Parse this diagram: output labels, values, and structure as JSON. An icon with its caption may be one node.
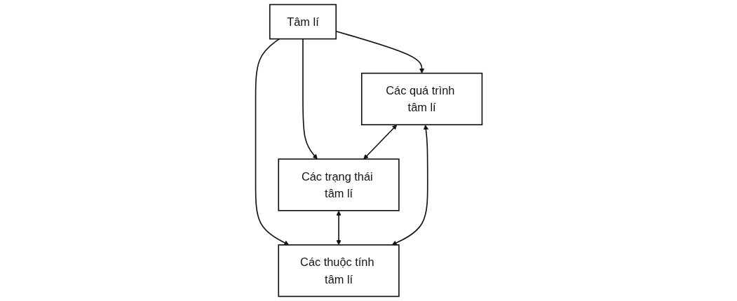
{
  "diagram": {
    "nodes": [
      {
        "text": [
          "Tâm lí"
        ]
      },
      {
        "text": [
          "Các quá trình tâm lí"
        ]
      },
      {
        "text": [
          "Các trạng thái tâm lí"
        ]
      },
      {
        "text": [
          "Các thuộc tính tâm lí"
        ]
      }
    ],
    "edges": [
      {
        "from": 0,
        "to": 1,
        "arrow": "to"
      },
      {
        "from": 0,
        "to": 2,
        "arrow": "to"
      },
      {
        "from": 0,
        "to": 3,
        "arrow": "to"
      },
      {
        "from": 1,
        "to": 2,
        "arrow": "both"
      },
      {
        "from": 2,
        "to": 3,
        "arrow": "both"
      },
      {
        "from": 1,
        "to": 3,
        "arrow": "both"
      }
    ]
  }
}
